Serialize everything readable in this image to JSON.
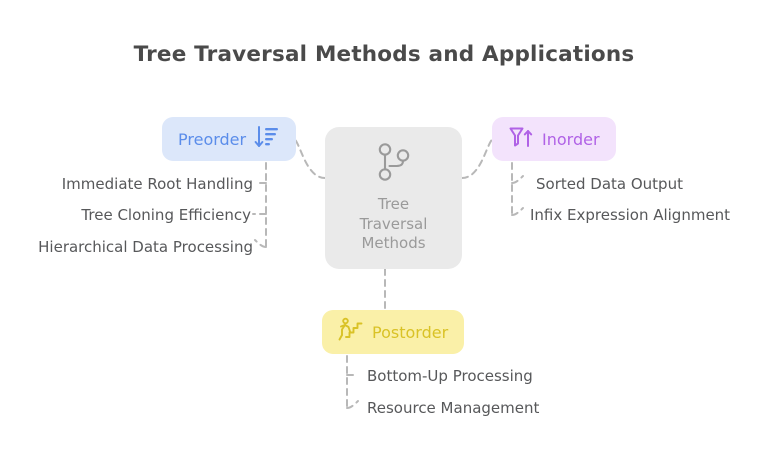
{
  "title": "Tree Traversal Methods and Applications",
  "center": {
    "label": "Tree\nTraversal\nMethods",
    "line1": "Tree",
    "line2": "Traversal",
    "line3": "Methods",
    "icon": "git-branch-icon",
    "fill": "#eaeaea",
    "text_color": "#9a9a9a"
  },
  "branches": [
    {
      "id": "preorder",
      "label": "Preorder",
      "icon": "sort-descending-icon",
      "fill": "#dce7fa",
      "text_color": "#5b8dea",
      "position": "left",
      "items": [
        "Immediate Root Handling",
        "Tree Cloning Efficiency",
        "Hierarchical Data Processing"
      ]
    },
    {
      "id": "inorder",
      "label": "Inorder",
      "icon": "funnel-up-arrow-icon",
      "fill": "#f3e3fc",
      "text_color": "#b062e6",
      "position": "right",
      "items": [
        "Sorted Data Output",
        "Infix Expression Alignment"
      ]
    },
    {
      "id": "postorder",
      "label": "Postorder",
      "icon": "person-descending-stairs-icon",
      "fill": "#faf0a8",
      "text_color": "#d9c226",
      "position": "bottom",
      "items": [
        "Bottom-Up Processing",
        "Resource Management"
      ]
    }
  ],
  "style": {
    "background": "#ffffff",
    "title_color": "#4a4a4a",
    "leaf_text_color": "#57585a",
    "connector_color": "#b8b8b8",
    "connector_dash": "6 5"
  }
}
